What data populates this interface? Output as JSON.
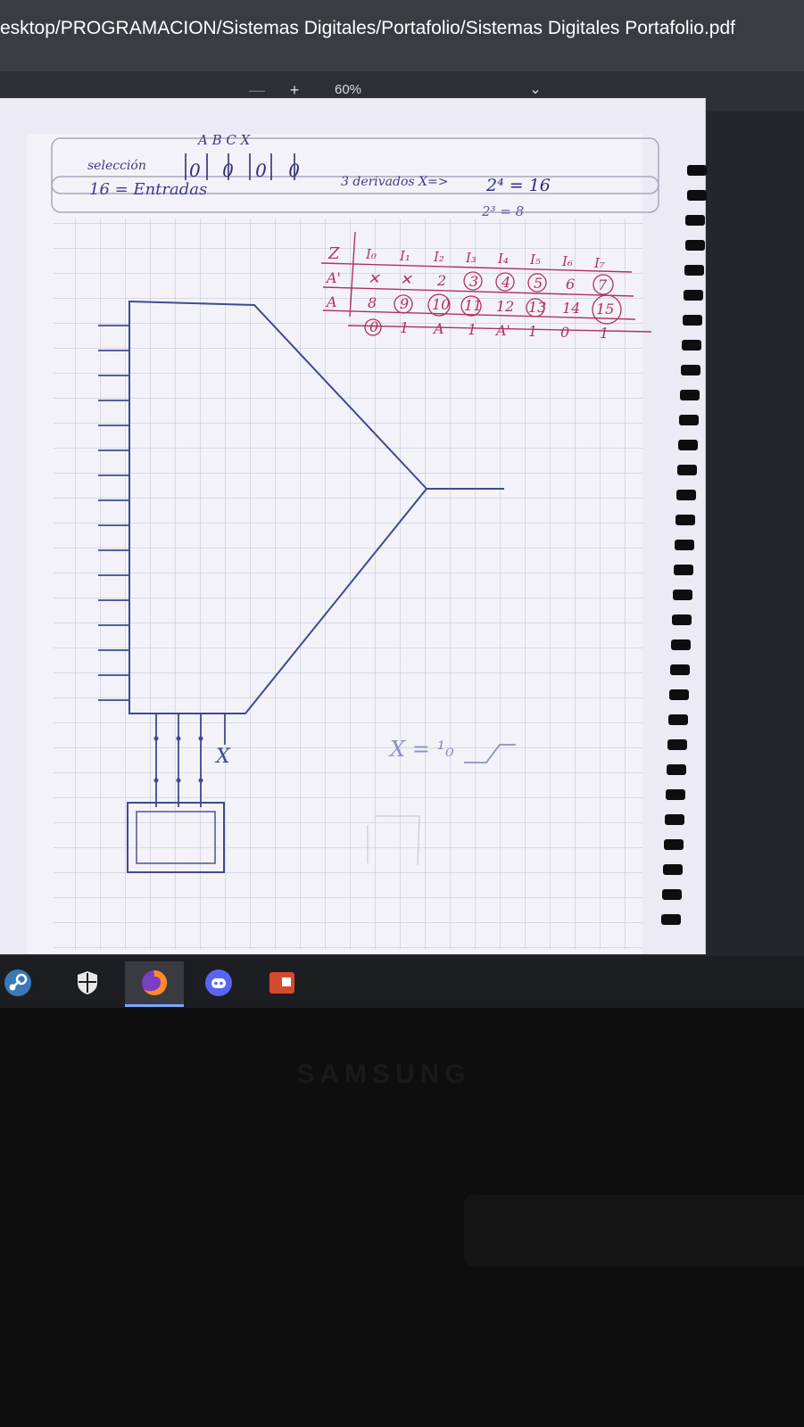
{
  "window": {
    "title_path": "esktop/PROGRAMACION/Sistemas Digitales/Portafolio/Sistemas Digitales Portafolio.pdf"
  },
  "toolbar": {
    "zoom_out": "—",
    "zoom_in": "+",
    "zoom_level": "60%",
    "menu_toggle": "⌄"
  },
  "note": {
    "header": {
      "abc_labels": "A  B  C  X",
      "selection_label": "selección",
      "selection_bits": "0 0 0 0",
      "selection_inputs": "16 = Entradas",
      "derivation": "3 derivados X=>",
      "power_a": "2⁴ = 16",
      "power_b": "2³ = 8"
    },
    "truth_table": {
      "corner": "Z",
      "columns": [
        "I₀",
        "I₁",
        "I₂",
        "I₃",
        "I₄",
        "I₅",
        "I₆",
        "I₇"
      ],
      "rows": [
        {
          "label": "A'",
          "cells": [
            "✕",
            "✕",
            "2",
            "3",
            "4",
            "5",
            "6",
            "7"
          ]
        },
        {
          "label": "A",
          "cells": [
            "8",
            "9",
            "10",
            "11",
            "12",
            "13",
            "14",
            "15"
          ]
        },
        {
          "label": "",
          "cells": [
            "0",
            "1",
            "A",
            "1",
            "A'",
            "1",
            "0",
            "1"
          ]
        }
      ]
    },
    "diagram": {
      "select_var": "X",
      "switch_formula": "X = ¹₀"
    }
  },
  "taskbar": {
    "apps": [
      "steam-icon",
      "security-icon",
      "firefox-icon",
      "discord-icon",
      "office-icon"
    ]
  },
  "device": {
    "brand": "SAMSUNG"
  }
}
